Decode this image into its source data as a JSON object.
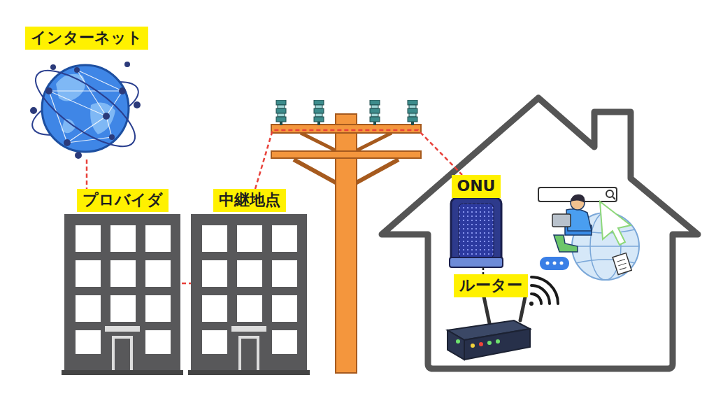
{
  "diagram": {
    "nodes": [
      {
        "text": [
          "インターネット"
        ]
      },
      {
        "text": [
          "プロバイダ"
        ]
      },
      {
        "text": [
          "中継地点"
        ]
      },
      {
        "text": [
          "ONU"
        ]
      },
      {
        "text": [
          "ルーター"
        ]
      }
    ],
    "edges": [
      {
        "from": 0,
        "to": 1,
        "arrow": "none"
      },
      {
        "from": 1,
        "to": 2,
        "arrow": "none"
      },
      {
        "from": 2,
        "to": 3,
        "arrow": "none"
      },
      {
        "from": 3,
        "to": 4,
        "arrow": "none"
      }
    ]
  }
}
